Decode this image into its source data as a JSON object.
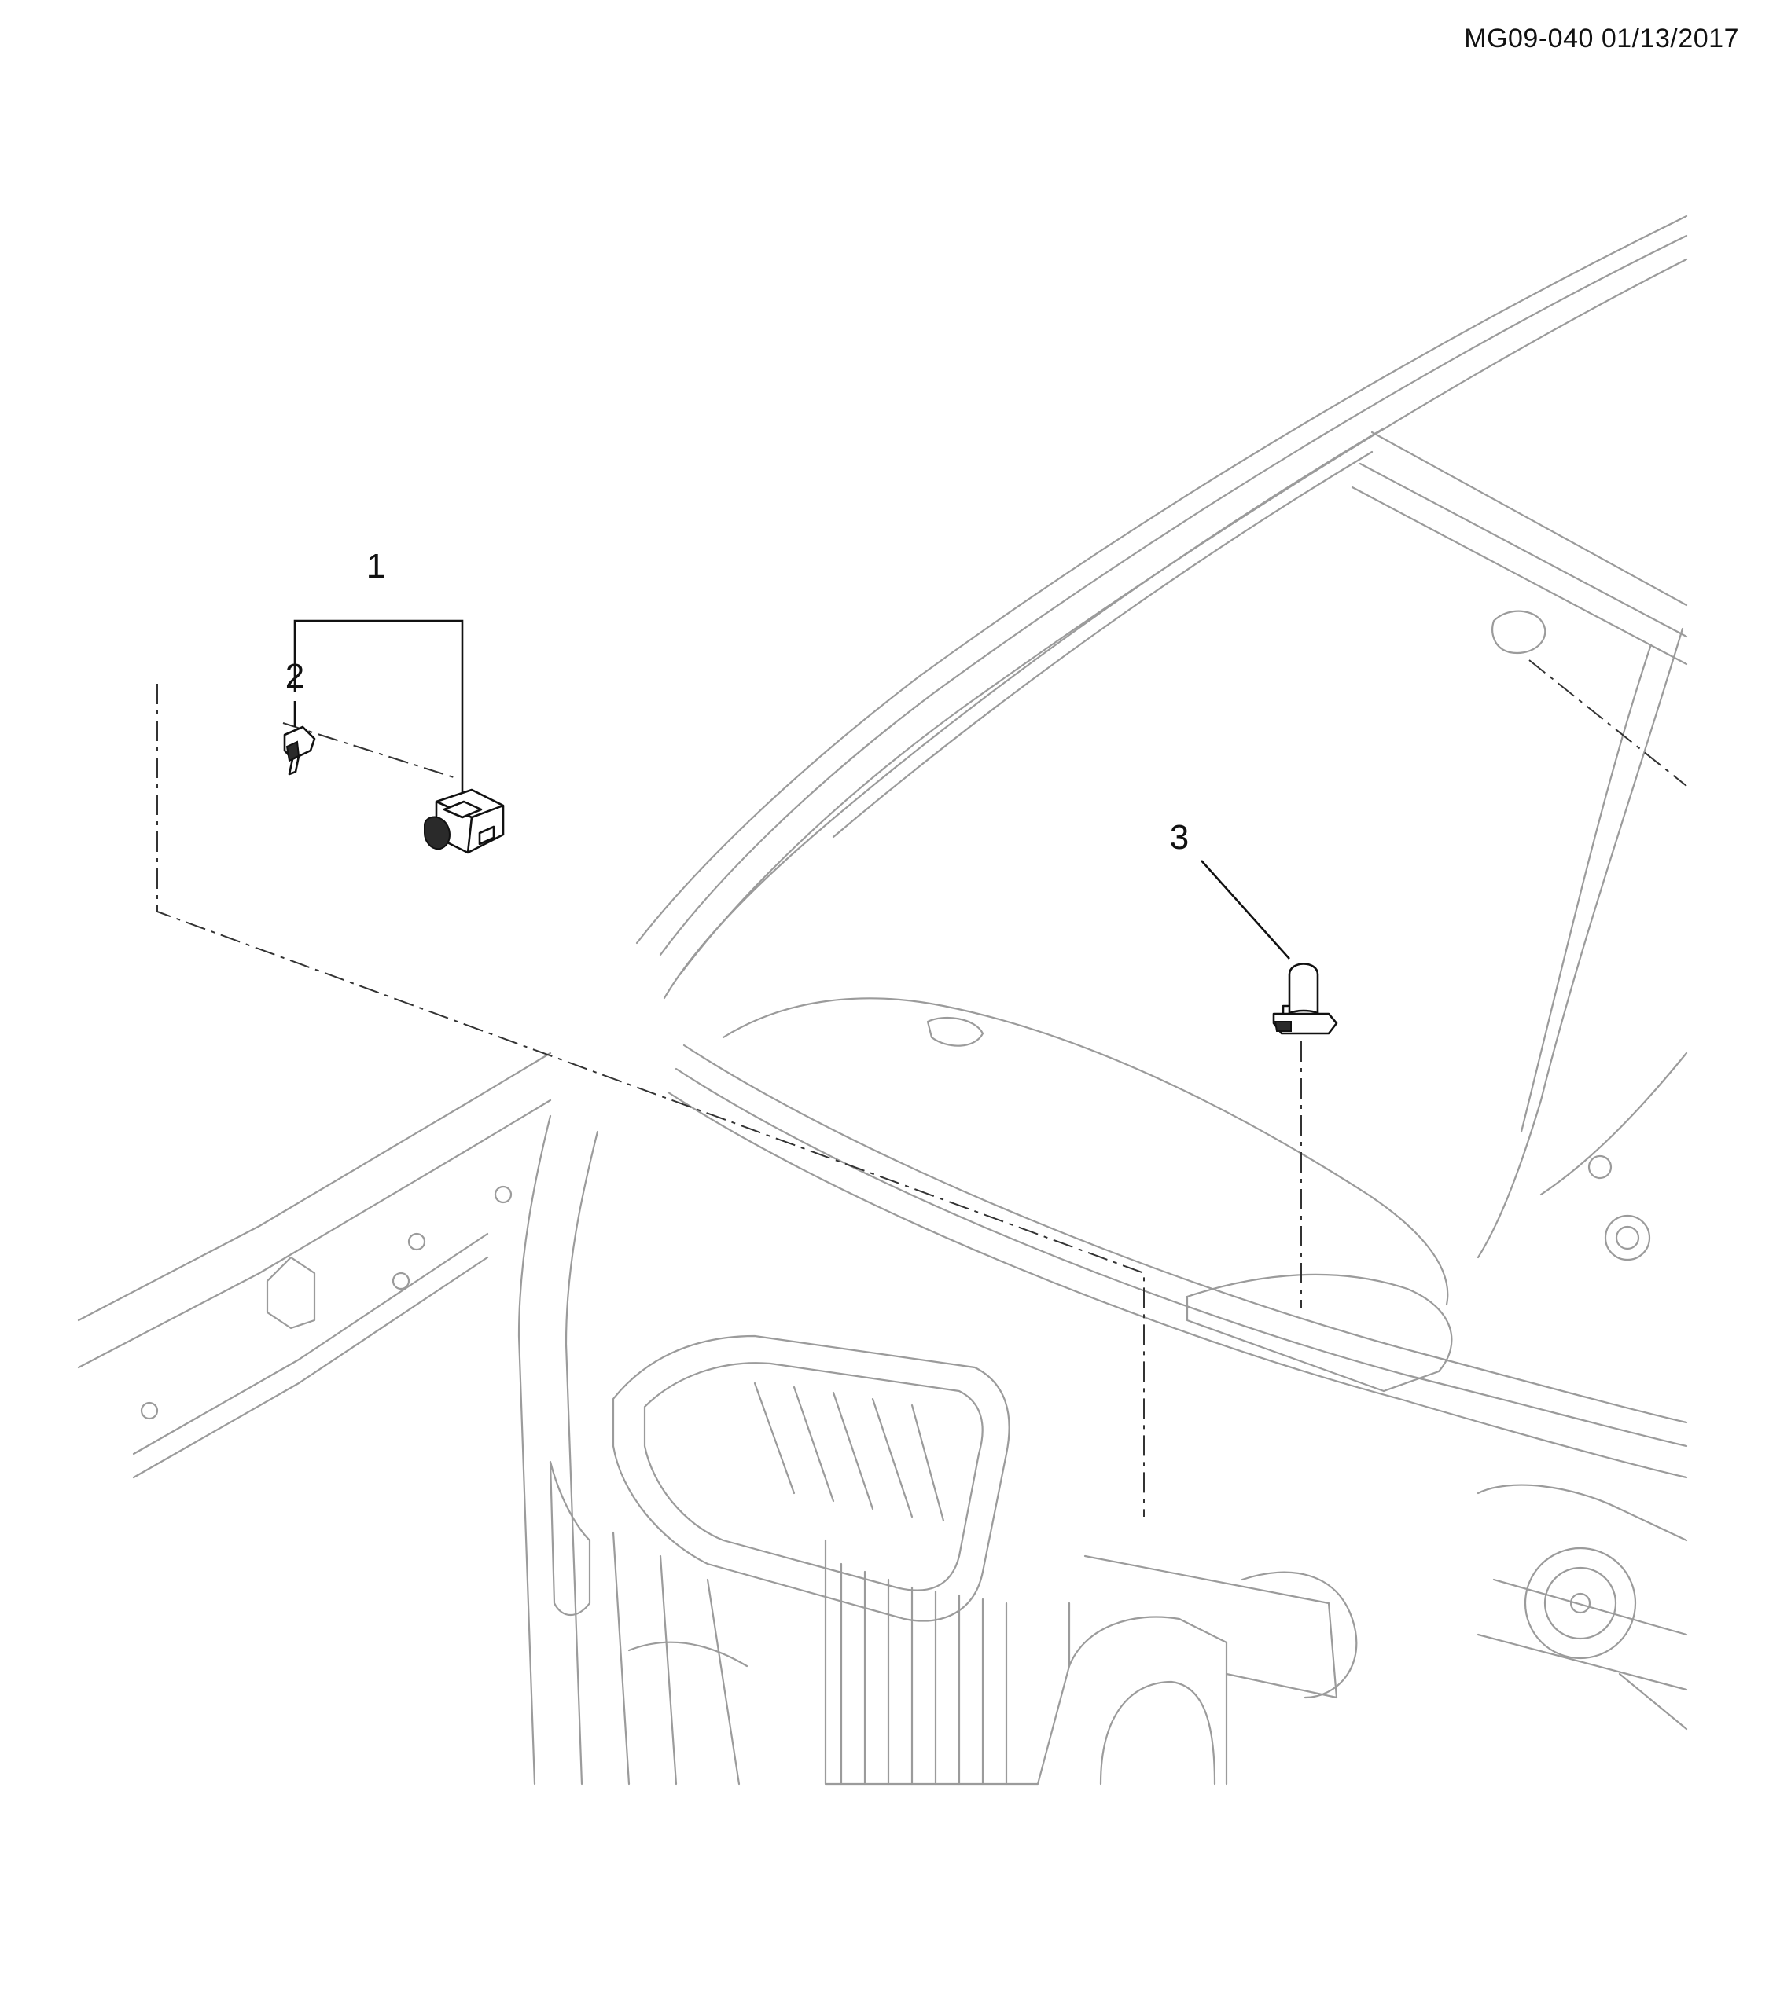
{
  "header": {
    "doc_code": "MG09-040 01/13/2017"
  },
  "callouts": [
    {
      "number": "1"
    },
    {
      "number": "2"
    },
    {
      "number": "3"
    }
  ],
  "colors": {
    "line_art": "#9b9b9b",
    "callout_ink": "#111111",
    "background": "#ffffff"
  },
  "icons": [
    "sensor-module-icon",
    "connector-clip-icon",
    "windshield-sensor-icon"
  ]
}
